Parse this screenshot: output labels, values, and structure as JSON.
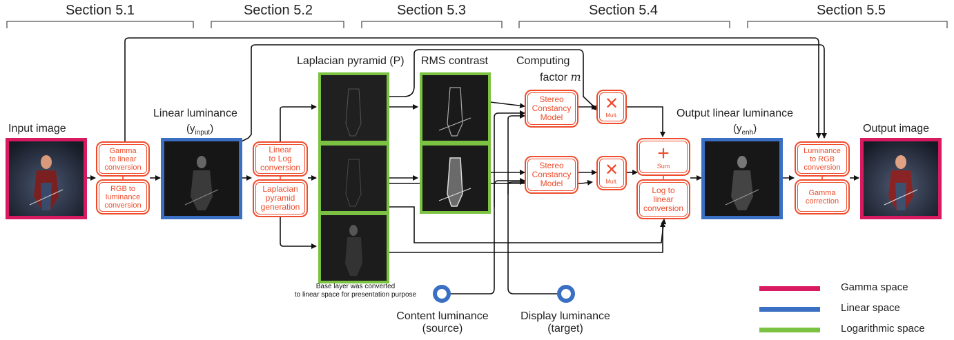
{
  "sections": [
    "Section 5.1",
    "Section 5.2",
    "Section 5.3",
    "Section 5.4",
    "Section 5.5"
  ],
  "labels": {
    "input_image": "Input image",
    "linear_luminance": "Linear luminance",
    "linear_luminance_sym": "(y",
    "linear_luminance_sub": "input",
    "linear_luminance_close": ")",
    "laplacian_pyramid": "Laplacian pyramid (P)",
    "rms_contrast": "RMS contrast",
    "computing_factor_line1": "Computing",
    "computing_factor_line2": "factor",
    "computing_factor_var": "m",
    "output_linear_luminance": "Output linear luminance",
    "output_luminance_sym": "(y",
    "output_luminance_sub": "enh",
    "output_luminance_close": ")",
    "output_image": "Output image",
    "base_layer_note_1": "Base layer was converted",
    "base_layer_note_2": "to linear space for presentation purpose",
    "content_luminance_1": "Content luminance",
    "content_luminance_2": "(source)",
    "display_luminance_1": "Display luminance",
    "display_luminance_2": "(target)"
  },
  "blocks": {
    "gamma_to_linear": [
      "Gamma",
      "to linear",
      "conversion"
    ],
    "rgb_to_luminance": [
      "RGB to",
      "luminance",
      "conversion"
    ],
    "linear_to_log": [
      "Linear",
      "to Log",
      "conversion"
    ],
    "laplacian_generation": [
      "Laplacian",
      "pyramid",
      "generation"
    ],
    "stereo_model_1": [
      "Stereo",
      "Constancy",
      "Model"
    ],
    "stereo_model_2": [
      "Stereo",
      "Constancy",
      "Model"
    ],
    "mult_1": "Mult.",
    "mult_2": "Mult.",
    "sum": "Sum",
    "log_to_linear": [
      "Log to",
      "linear",
      "conversion"
    ],
    "luminance_to_rgb": [
      "Luminance",
      "to RGB",
      "conversion"
    ],
    "gamma_correction": [
      "Gamma",
      "correction"
    ]
  },
  "legend": [
    {
      "label": "Gamma space",
      "color": "#d81b60"
    },
    {
      "label": "Linear space",
      "color": "#3a6fc4"
    },
    {
      "label": "Logarithmic space",
      "color": "#7cc242"
    }
  ],
  "colors": {
    "block_outline": "#ee4c2c",
    "block_text": "#ee4c2c",
    "arrow": "#111111",
    "source_circle": "#3a6fc4"
  }
}
